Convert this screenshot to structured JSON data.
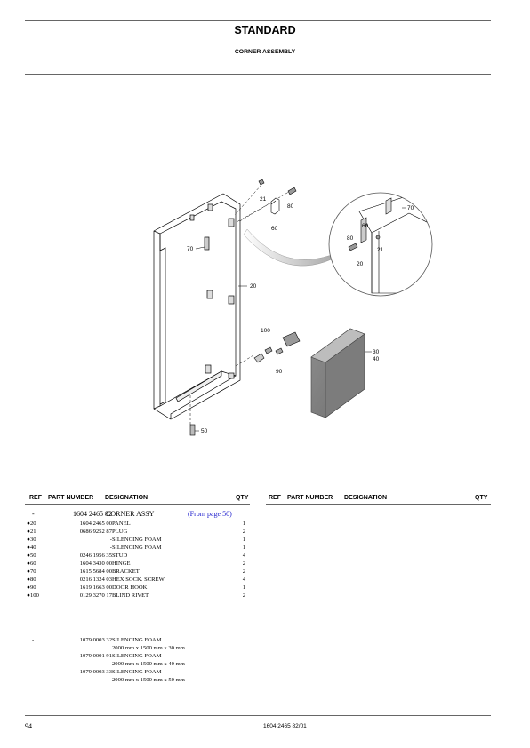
{
  "header": {
    "title": "STANDARD",
    "subtitle": "CORNER ASSEMBLY"
  },
  "diagram": {
    "callouts": [
      "21",
      "80",
      "60",
      "70",
      "20",
      "100",
      "90",
      "50",
      "30",
      "40"
    ],
    "detail_callouts": [
      "70",
      "60",
      "80",
      "21",
      "20"
    ]
  },
  "table": {
    "headers": {
      "ref": "REF",
      "part_number": "PART NUMBER",
      "designation": "DESIGNATION",
      "qty": "QTY"
    },
    "main_row": {
      "ref": "-",
      "part_number": "1604 2465 82",
      "designation": "CORNER ASSY",
      "note": "(From page 50)"
    },
    "rows": [
      {
        "ref": "●20",
        "part_number": "1604 2465 00",
        "designation": "PANEL",
        "qty": "1"
      },
      {
        "ref": "●21",
        "part_number": "0686 9252 87",
        "designation": "PLUG",
        "qty": "2"
      },
      {
        "ref": "●30",
        "part_number": "-",
        "designation": "SILENCING FOAM",
        "qty": "1"
      },
      {
        "ref": "●40",
        "part_number": "-",
        "designation": "SILENCING FOAM",
        "qty": "1"
      },
      {
        "ref": "●50",
        "part_number": "0246 1956 35",
        "designation": "STUD",
        "qty": "4"
      },
      {
        "ref": "●60",
        "part_number": "1604 3430 00",
        "designation": "HINGE",
        "qty": "2"
      },
      {
        "ref": "●70",
        "part_number": "1615 5684 00",
        "designation": "BRACKET",
        "qty": "2"
      },
      {
        "ref": "●80",
        "part_number": "0216 1324 03",
        "designation": "HEX SOCK. SCREW",
        "qty": "4"
      },
      {
        "ref": "●90",
        "part_number": "1619 1663 00",
        "designation": "DOOR HOOK",
        "qty": "1"
      },
      {
        "ref": "●100",
        "part_number": "0129 3270 17",
        "designation": "BLIND RIVET",
        "qty": "2"
      }
    ],
    "extras": [
      {
        "ref": "-",
        "part_number": "1079 0003 32",
        "designation": "SILENCING FOAM",
        "detail": "2000 mm x 1500 mm x 30 mm"
      },
      {
        "ref": "-",
        "part_number": "1079 0001 91",
        "designation": "SILENCING FOAM",
        "detail": "2000 mm x 1500 mm x 40 mm"
      },
      {
        "ref": "-",
        "part_number": "1079 0003 33",
        "designation": "SILENCING FOAM",
        "detail": "2000 mm x 1500 mm x 50 mm"
      }
    ]
  },
  "footer": {
    "page_number": "94",
    "doc_number": "1604 2465 82/01"
  }
}
